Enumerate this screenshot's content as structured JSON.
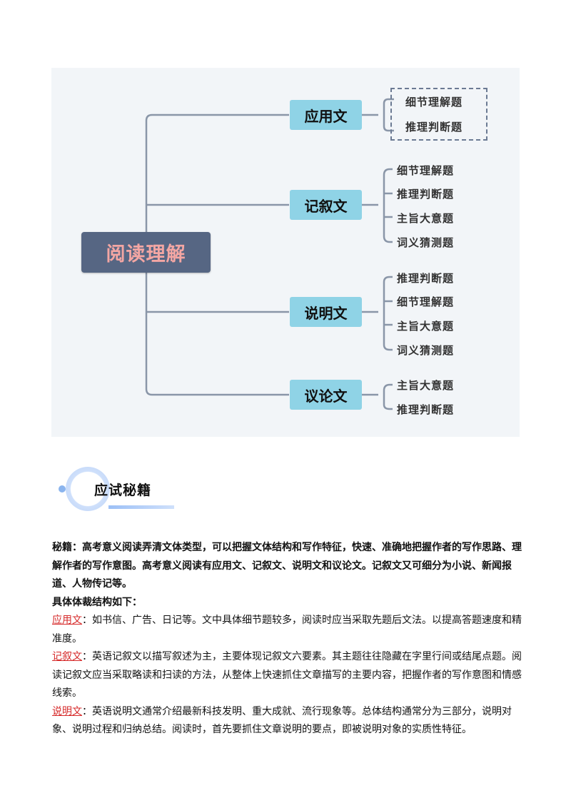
{
  "mindmap": {
    "root": "阅读理解",
    "categories": [
      {
        "label": "应用文",
        "items": [
          "细节理解题",
          "推理判断题"
        ]
      },
      {
        "label": "记叙文",
        "items": [
          "细节理解题",
          "推理判断题",
          "主旨大意题",
          "词义猜测题"
        ]
      },
      {
        "label": "说明文",
        "items": [
          "推理判断题",
          "细节理解题",
          "主旨大意题",
          "词义猜测题"
        ]
      },
      {
        "label": "议论文",
        "items": [
          "主旨大意题",
          "推理判断题"
        ]
      }
    ],
    "colors": {
      "root_bg": "#566683",
      "root_text": "#f3a6a3",
      "category_bg": "#8fd3e6",
      "line": "#8a96a8"
    }
  },
  "section": {
    "title": "应试秘籍"
  },
  "content": {
    "intro": "秘籍：高考意义阅读弄清文体类型，可以把握文体结构和写作特征，快速、准确地把握作者的写作思路、理解作者的写作意图。高考意义阅读有应用文、记叙文、说明文和议论文。记叙文又可细分为小说、新闻报道、人物传记等。",
    "subhead": "具体体裁结构如下：",
    "entries": [
      {
        "term": "应用文",
        "text": "：如书信、广告、日记等。文中具体细节题较多，阅读时应当采取先题后文法。以提高答题速度和精准度。"
      },
      {
        "term": "记叙文",
        "text": "：英语记叙文以描写叙述为主，主要体现记叙文六要素。其主题往往隐藏在字里行间或结尾点题。阅读记叙文应当采取略读和扫读的方法，从整体上快速抓住文章描写的主要内容，把握作者的写作意图和情感线索。"
      },
      {
        "term": "说明文",
        "text": "：英语说明文通常介绍最新科技发明、重大成就、流行现象等。总体结构通常分为三部分，说明对象、说明过程和归纳总结。阅读时，首先要抓住文章说明的要点，即被说明对象的实质性特征。"
      }
    ],
    "colors": {
      "term": "#d62a2a"
    }
  }
}
